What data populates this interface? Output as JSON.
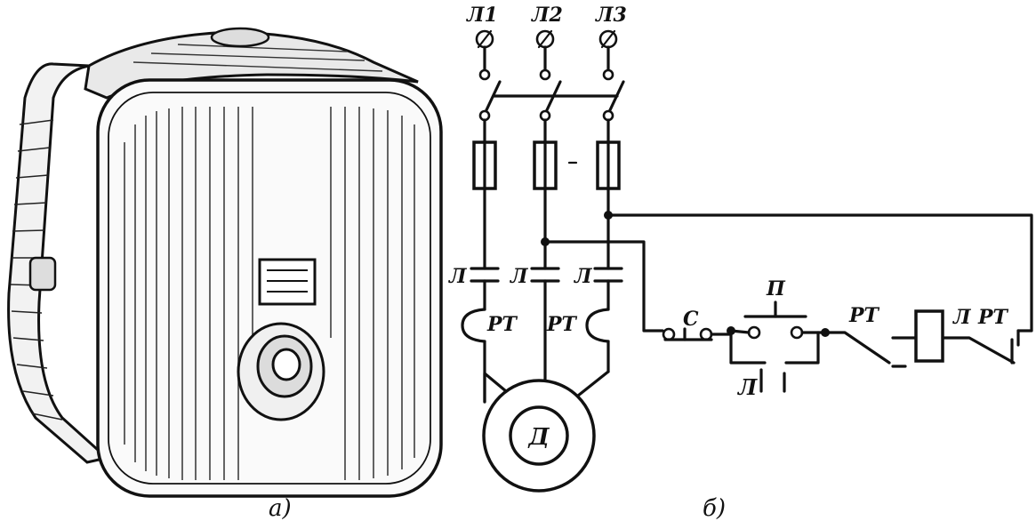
{
  "figure": {
    "caption_a": "а)",
    "caption_b": "б)"
  },
  "photo": {
    "nameplate_text": ""
  },
  "schematic": {
    "phase_labels": [
      "Л1",
      "Л2",
      "Л3"
    ],
    "contactor_labels": [
      "Л",
      "Л",
      "Л"
    ],
    "relay_labels": [
      "РТ",
      "РТ"
    ],
    "motor_label": "Д",
    "control": {
      "stop_label": "С",
      "start_label": "П",
      "hold_label": "Л",
      "relay_contact_label": "РТ",
      "coil_label": "Л",
      "coil_relay_label": "РТ"
    }
  }
}
